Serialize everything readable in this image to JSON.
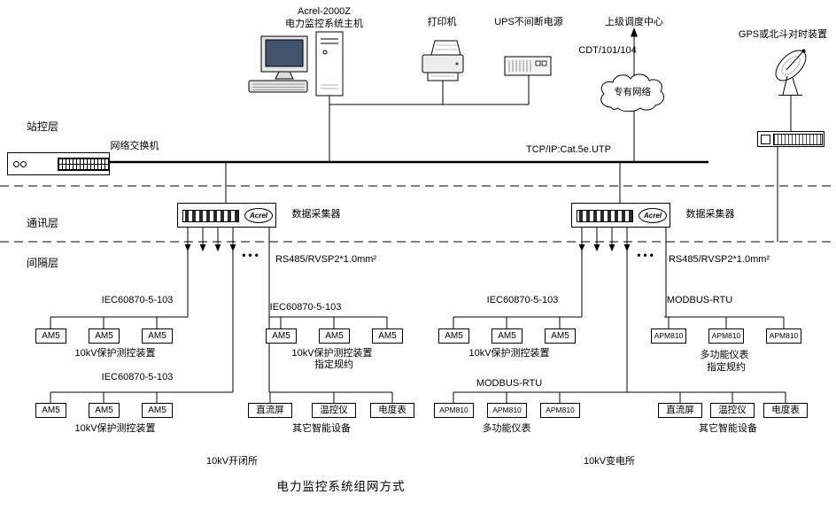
{
  "title": "电力监控系统组网方式",
  "layers": {
    "station": "站控层",
    "comm": "通讯层",
    "bay": "间隔层"
  },
  "top": {
    "host_name": "Acrel-2000Z",
    "host_label": "电力监控系统主机",
    "printer": "打印机",
    "ups": "UPS不间断电源",
    "dispatch": "上级调度中心",
    "dispatch_protocol": "CDT/101/104",
    "cloud": "专有网络",
    "gps": "GPS或北斗对时装置"
  },
  "network": {
    "switch_label": "网络交换机",
    "bus_label": "TCP/IP:Cat.5e.UTP",
    "collector_left": "数据采集器",
    "collector_right": "数据采集器",
    "acrel_logo": "Acrel",
    "rs485_left": "RS485/RVSP2*1.0mm²",
    "rs485_right": "RS485/RVSP2*1.0mm²",
    "dots": "•••"
  },
  "groups": {
    "r1g1": {
      "protocol": "IEC60870-5-103",
      "devices": [
        "AM5",
        "AM5",
        "AM5"
      ],
      "caption": "10kV保护测控装置"
    },
    "r1g2": {
      "protocol": "IEC60870-5-103",
      "devices": [
        "AM5",
        "AM5",
        "AM5"
      ],
      "caption": "10kV保护测控装置",
      "sub": "指定规约"
    },
    "r1g3": {
      "protocol": "IEC60870-5-103",
      "devices": [
        "AM5",
        "AM5",
        "AM5"
      ],
      "caption": "10kV保护测控装置"
    },
    "r1g4": {
      "protocol": "MODBUS-RTU",
      "devices": [
        "APM810",
        "APM810",
        "APM810"
      ],
      "caption": "多功能仪表",
      "sub": "指定规约"
    },
    "r2g1": {
      "protocol": "IEC60870-5-103",
      "devices": [
        "AM5",
        "AM5",
        "AM5"
      ],
      "caption": "10kV保护测控装置"
    },
    "r2g2": {
      "devices": [
        "直流屏",
        "温控仪",
        "电度表"
      ],
      "caption": "其它智能设备"
    },
    "r2g3": {
      "protocol": "MODBUS-RTU",
      "devices": [
        "APM810",
        "APM810",
        "APM810"
      ],
      "caption": "多功能仪表"
    },
    "r2g4": {
      "devices": [
        "直流屏",
        "温控仪",
        "电度表"
      ],
      "caption": "其它智能设备"
    }
  },
  "sites": {
    "left": "10kV开闭所",
    "right": "10kV变电所"
  }
}
